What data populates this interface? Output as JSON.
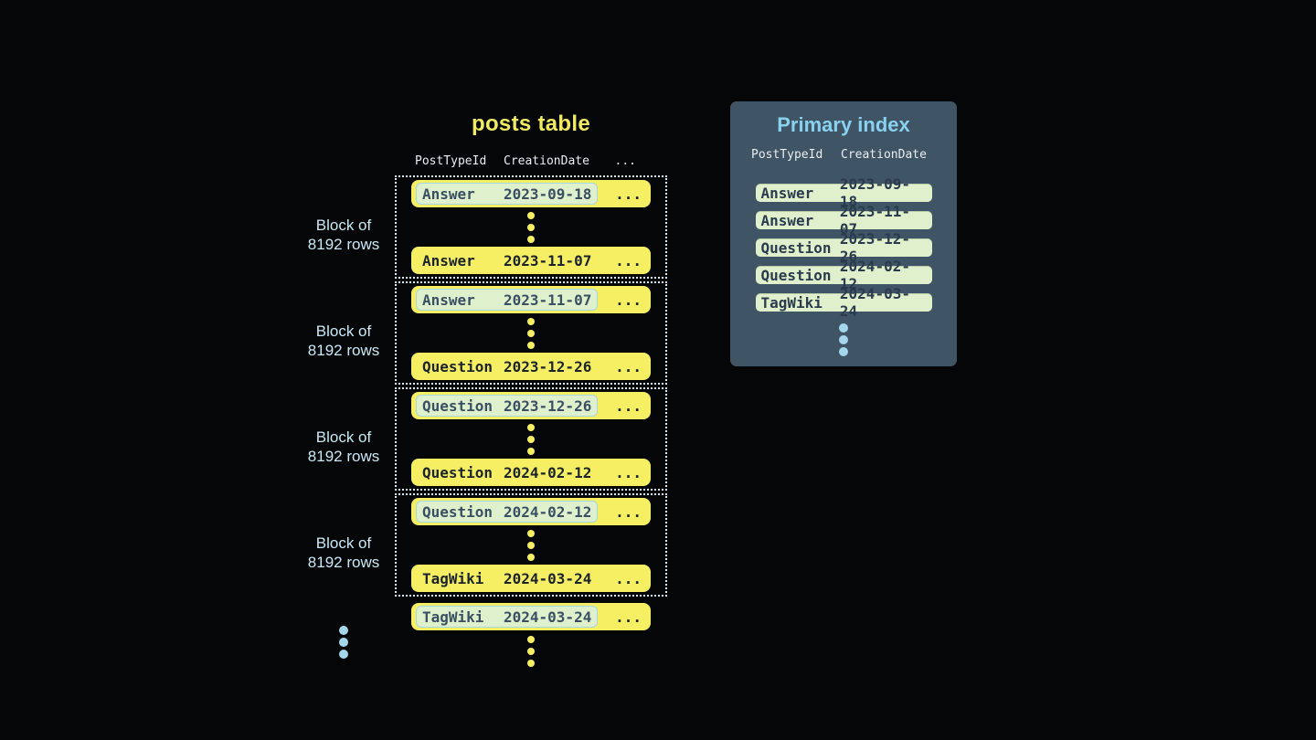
{
  "posts_table": {
    "title": "posts table",
    "columns": {
      "col1": "PostTypeId",
      "col2": "CreationDate",
      "more": "..."
    },
    "block_label": {
      "line1": "Block of",
      "line2": "8192 rows"
    },
    "row_ellipsis": "...",
    "blocks": [
      {
        "first": {
          "type": "Answer",
          "date": "2023-09-18"
        },
        "last": {
          "type": "Answer",
          "date": "2023-11-07"
        }
      },
      {
        "first": {
          "type": "Answer",
          "date": "2023-11-07"
        },
        "last": {
          "type": "Question",
          "date": "2023-12-26"
        }
      },
      {
        "first": {
          "type": "Question",
          "date": "2023-12-26"
        },
        "last": {
          "type": "Question",
          "date": "2024-02-12"
        }
      },
      {
        "first": {
          "type": "Question",
          "date": "2024-02-12"
        },
        "last": {
          "type": "TagWiki",
          "date": "2024-03-24"
        }
      }
    ],
    "overflow_row": {
      "type": "TagWiki",
      "date": "2024-03-24"
    }
  },
  "primary_index": {
    "title": "Primary index",
    "columns": {
      "col1": "PostTypeId",
      "col2": "CreationDate"
    },
    "rows": [
      {
        "type": "Answer",
        "date": "2023-09-18"
      },
      {
        "type": "Answer",
        "date": "2023-11-07"
      },
      {
        "type": "Question",
        "date": "2023-12-26"
      },
      {
        "type": "Question",
        "date": "2024-02-12"
      },
      {
        "type": "TagWiki",
        "date": "2024-03-24"
      }
    ]
  },
  "colors": {
    "background": "#050608",
    "row_yellow": "#f6ef64",
    "row_text_dark": "#1c232c",
    "highlight_bg": "#dff0cd",
    "highlight_border": "#a5d7e9",
    "highlight_text": "#3a4f63",
    "dotted_border": "#d8edf5",
    "block_label_blue": "#c9e9f6",
    "blue_dot": "#a5d7ec",
    "panel_bg": "#3f5465",
    "panel_title_blue": "#88d2f0",
    "header_text": "#e9eef2",
    "index_row_bg": "#e0f0cd",
    "index_row_text": "#2a3b4d",
    "title_yellow": "#f0eb62"
  }
}
